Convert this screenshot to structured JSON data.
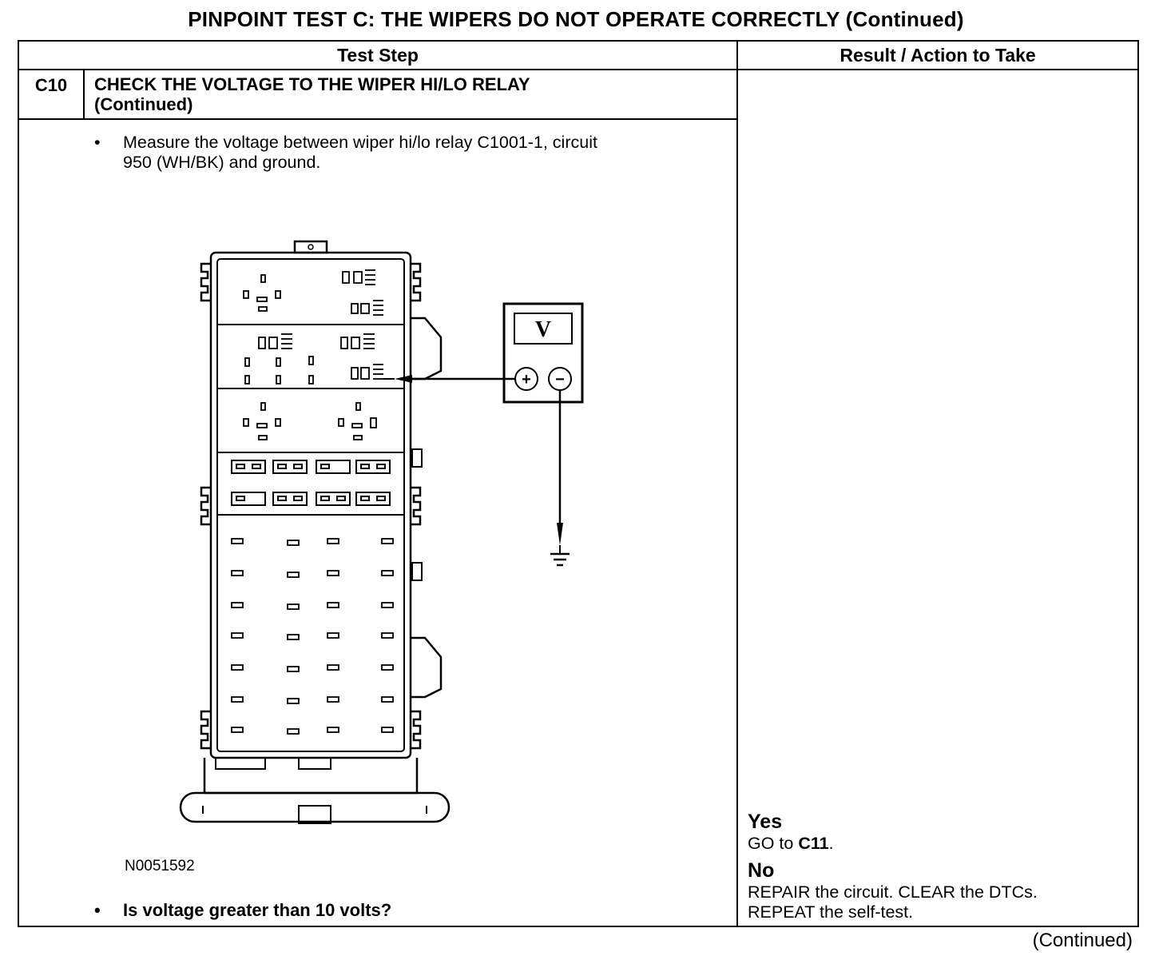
{
  "page_title": "PINPOINT TEST  C: THE WIPERS DO NOT OPERATE CORRECTLY (Continued)",
  "table": {
    "col_test_step": "Test Step",
    "col_result": "Result / Action to Take"
  },
  "step": {
    "id": "C10",
    "title_line1": "CHECK THE VOLTAGE TO THE WIPER HI/LO RELAY",
    "title_line2": "(Continued)",
    "bullet_marker": "•",
    "instruction_line1": "Measure the voltage between wiper hi/lo relay C1001-1, circuit",
    "instruction_line2": "950 (WH/BK) and ground.",
    "figure_id": "N0051592",
    "question": "Is voltage greater than 10 volts?"
  },
  "meter": {
    "display_symbol": "V",
    "plus_symbol": "+",
    "minus_symbol": "−"
  },
  "result": {
    "yes_heading": "Yes",
    "yes_action_prefix": "GO to ",
    "yes_action_target": "C11",
    "yes_action_suffix": ".",
    "no_heading": "No",
    "no_action_line1": "REPAIR the circuit. CLEAR the DTCs.",
    "no_action_line2": "REPEAT the self-test."
  },
  "footer_continued": "(Continued)"
}
